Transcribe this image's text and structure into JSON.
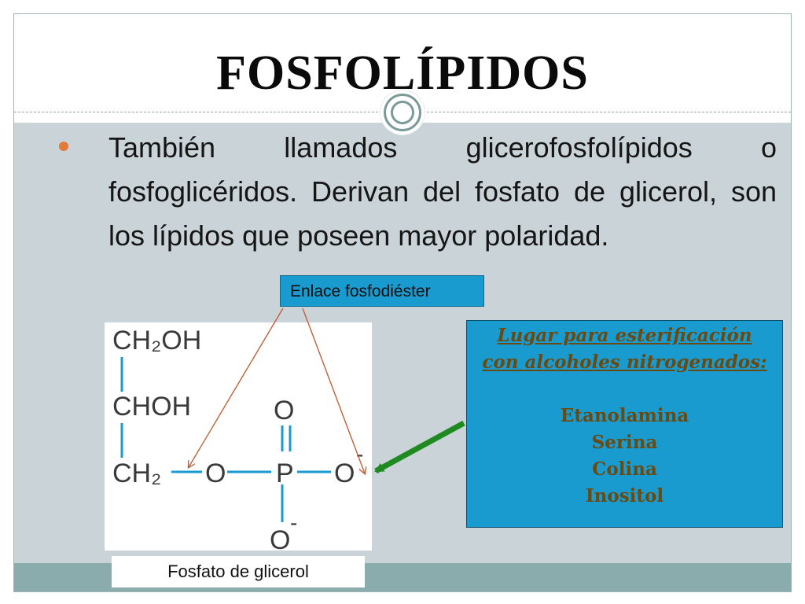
{
  "slide": {
    "title": "FOSFOLÍPIDOS",
    "bullet_text": "También llamados glicerofosfolípidos o fosfoglicéridos. Derivan del fosfato de glicerol, son los lípidos que poseen mayor polaridad."
  },
  "callouts": {
    "enlace": "Enlace fosfodiéster",
    "fosfato": "Fosfato de glicerol"
  },
  "note": {
    "heading_line1": "Lugar para esterificación",
    "heading_line2": "con alcoholes nitrogenados:",
    "items": [
      "Etanolamina",
      "Serina",
      "Colina",
      "Inositol"
    ]
  },
  "structure": {
    "row1": "CH₂OH",
    "row2": "CHOH",
    "row3_group": "CH₂",
    "o1": "O",
    "p": "P",
    "o2": "O",
    "o2_charge": "-",
    "o_top": "O",
    "o_bottom": "O",
    "o_bottom_charge": "-"
  },
  "colors": {
    "content_bg": "#c9d3d8",
    "bar": "#8aacac",
    "accent_blue": "#1a9bd0",
    "bullet": "#e07b3a",
    "note_text": "#6a4a10",
    "bond_blue": "#1a9bd0",
    "pointer_line": "#c0603a",
    "green_arrow": "#1f8a1f"
  },
  "icons": {
    "ornament": "double-circle-icon",
    "bullet": "bullet-dot-icon"
  }
}
